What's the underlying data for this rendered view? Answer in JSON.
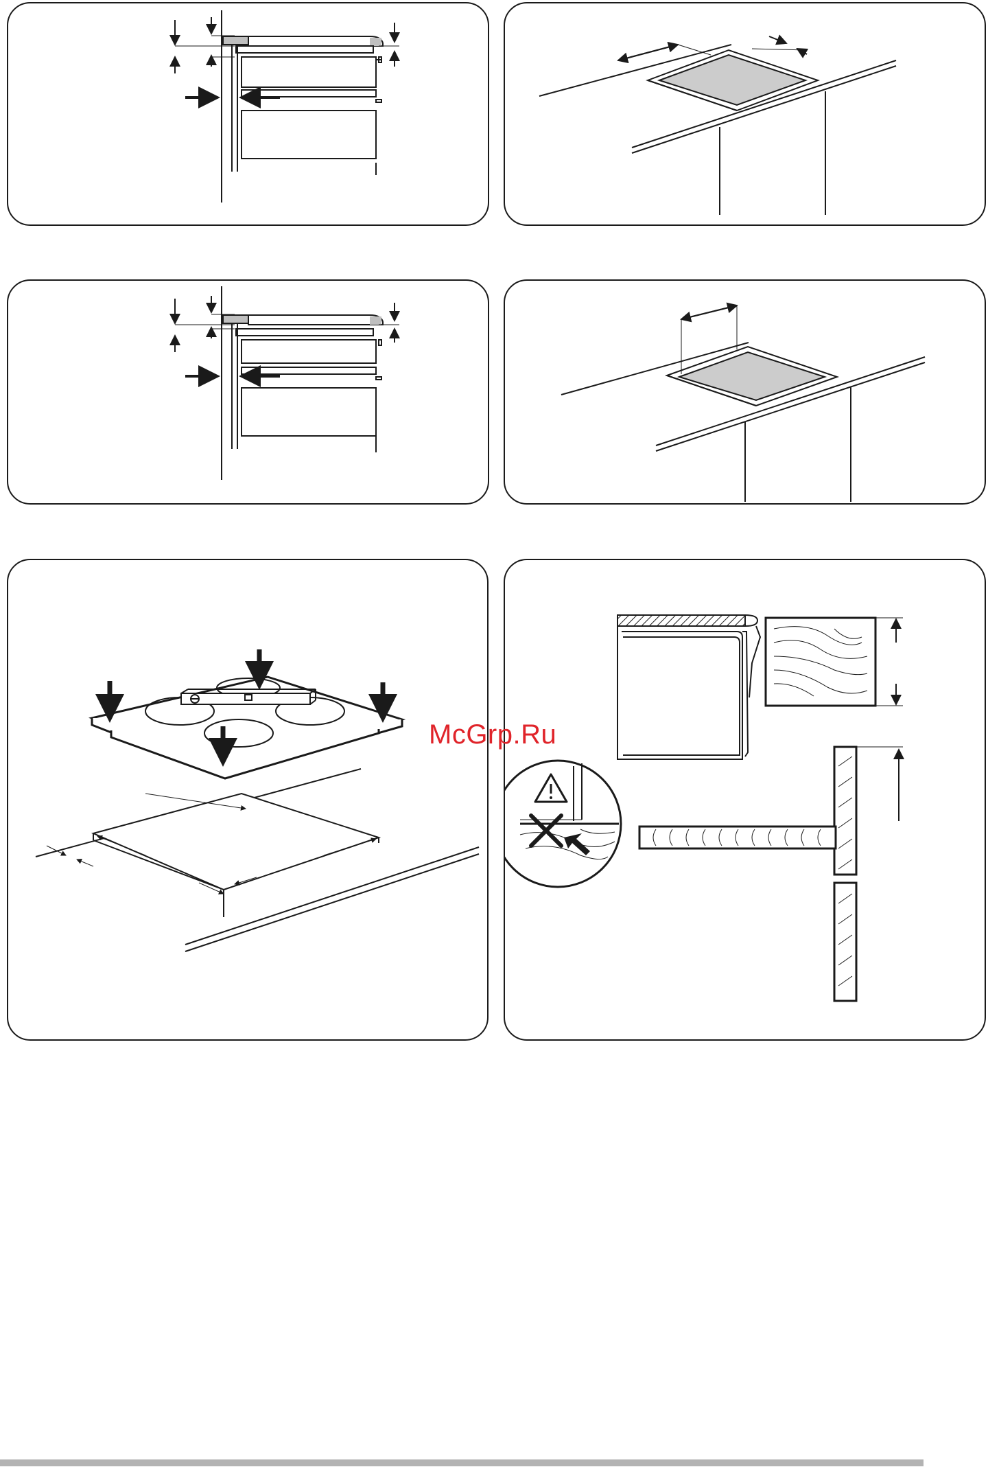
{
  "watermark": {
    "text": "McGrp.Ru",
    "color": "#e0242a"
  },
  "figures": [
    {
      "id": "fig-1",
      "subject": "cross-section-hob-above-drawers"
    },
    {
      "id": "fig-2",
      "subject": "countertop-cutout-perspective"
    },
    {
      "id": "fig-3",
      "subject": "cross-section-hob-above-drawers"
    },
    {
      "id": "fig-4",
      "subject": "countertop-cutout-perspective"
    },
    {
      "id": "fig-5",
      "subject": "hob-lowered-into-cutout-with-level"
    },
    {
      "id": "fig-6",
      "subject": "hob-edge-and-worktop-section-with-warning"
    }
  ],
  "icons": {
    "warning": "warning-triangle-icon",
    "prohibited": "cross-icon"
  },
  "footer": {
    "bar_color": "#b3b3b3"
  }
}
